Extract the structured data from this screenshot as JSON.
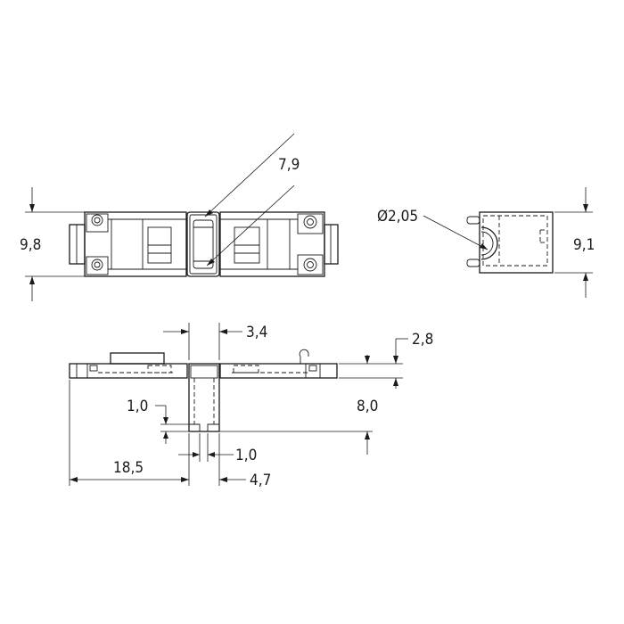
{
  "dimensions": {
    "top_height_left": "9,8",
    "top_diagonal": "7,9",
    "side_height_right": "9,1",
    "hole_diameter": "Ø2,05",
    "width_center": "3,4",
    "height_top_small": "2,8",
    "height_total": "8,0",
    "notch_depth": "1,0",
    "notch_width": "1,0",
    "length_left": "18,5",
    "offset_right": "4,7"
  }
}
